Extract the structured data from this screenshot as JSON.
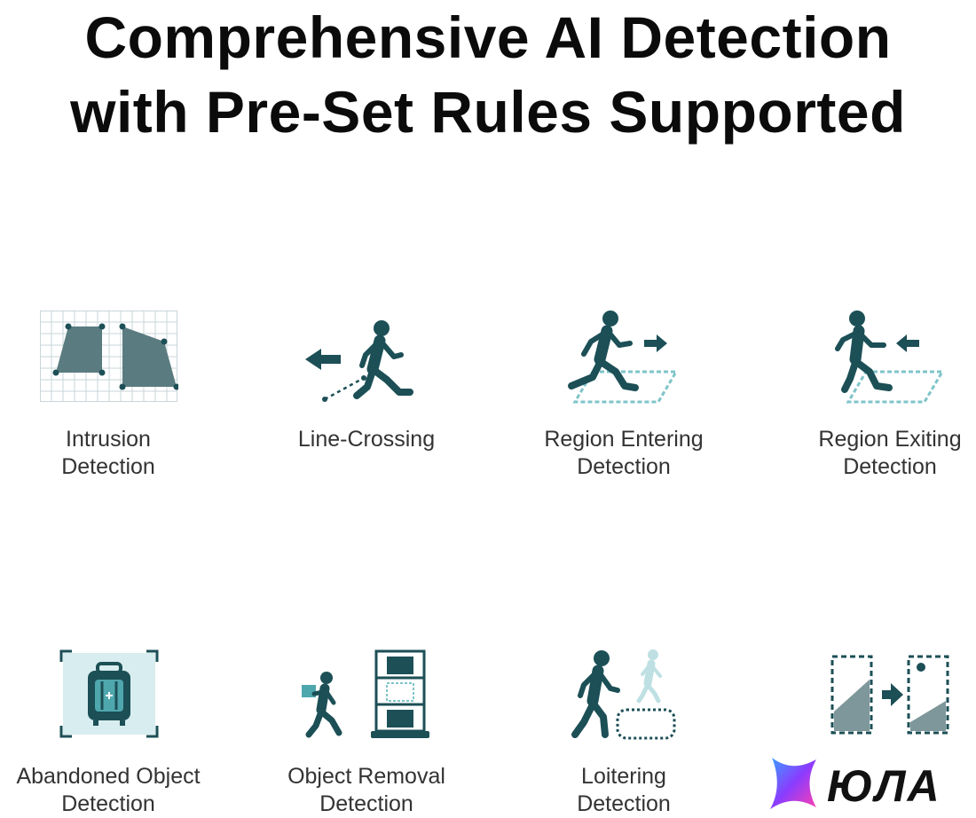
{
  "title": {
    "line1": "Comprehensive AI Detection",
    "line2": "with Pre-Set Rules Supported"
  },
  "features": [
    {
      "label_line1": "Intrusion",
      "label_line2": "Detection",
      "icon": "intrusion-grid-icon"
    },
    {
      "label_line1": "Line-Crossing",
      "label_line2": "",
      "icon": "line-crossing-icon"
    },
    {
      "label_line1": "Region Entering",
      "label_line2": "Detection",
      "icon": "region-entering-icon"
    },
    {
      "label_line1": "Region Exiting",
      "label_line2": "Detection",
      "icon": "region-exiting-icon"
    },
    {
      "label_line1": "Abandoned Object",
      "label_line2": "Detection",
      "icon": "abandoned-luggage-icon"
    },
    {
      "label_line1": "Object Removal",
      "label_line2": "Detection",
      "icon": "object-removal-icon"
    },
    {
      "label_line1": "Loitering",
      "label_line2": "Detection",
      "icon": "loitering-icon"
    },
    {
      "label_line1": "",
      "label_line2": "",
      "icon": "scene-change-icon"
    }
  ],
  "watermark": {
    "text": "ЮЛА",
    "icon": "yula-star-logo"
  },
  "colors": {
    "teal_dark": "#1c4f56",
    "teal_light": "#7fc4c9",
    "gray_fill": "#5a7c80",
    "bg": "#ffffff"
  }
}
